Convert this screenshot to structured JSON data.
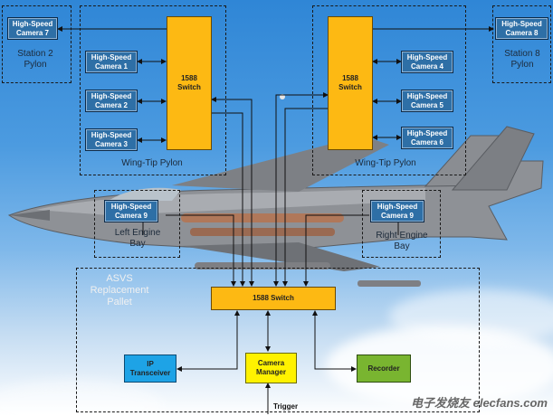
{
  "cameras": {
    "c7": [
      "High-Speed",
      "Camera 7"
    ],
    "c8": [
      "High-Speed",
      "Camera 8"
    ],
    "c1": [
      "High-Speed",
      "Camera 1"
    ],
    "c2": [
      "High-Speed",
      "Camera 2"
    ],
    "c3": [
      "High-Speed",
      "Camera 3"
    ],
    "c4": [
      "High-Speed",
      "Camera 4"
    ],
    "c5": [
      "High-Speed",
      "Camera 5"
    ],
    "c6": [
      "High-Speed",
      "Camera 6"
    ],
    "c9l": [
      "High-Speed",
      "Camera 9"
    ],
    "c9r": [
      "High-Speed",
      "Camera 9"
    ]
  },
  "switches": {
    "left": [
      "1588",
      "Switch"
    ],
    "right": [
      "1588",
      "Switch"
    ],
    "pallet": "1588 Switch"
  },
  "devices": {
    "ip": [
      "IP",
      "Transceiver"
    ],
    "manager": [
      "Camera",
      "Manager"
    ],
    "recorder": "Recorder"
  },
  "labels": {
    "station2": [
      "Station  2",
      "Pylon"
    ],
    "station8": [
      "Station  8",
      "Pylon"
    ],
    "wingtip_left": "Wing-Tip Pylon",
    "wingtip_right": "Wing-Tip Pylon",
    "left_engine": [
      "Left Engine",
      "Bay"
    ],
    "right_engine": [
      "Right Engine",
      "Bay"
    ],
    "pallet": [
      "ASVS",
      "Replacement",
      "Pallet"
    ],
    "trigger": "Trigger"
  },
  "watermark": "电子发烧友 elecfans.com",
  "colors": {
    "camera": "#2e6fa6",
    "switch": "#fdb913",
    "ip": "#1ea3e6",
    "manager": "#fff200",
    "recorder": "#79b530"
  }
}
